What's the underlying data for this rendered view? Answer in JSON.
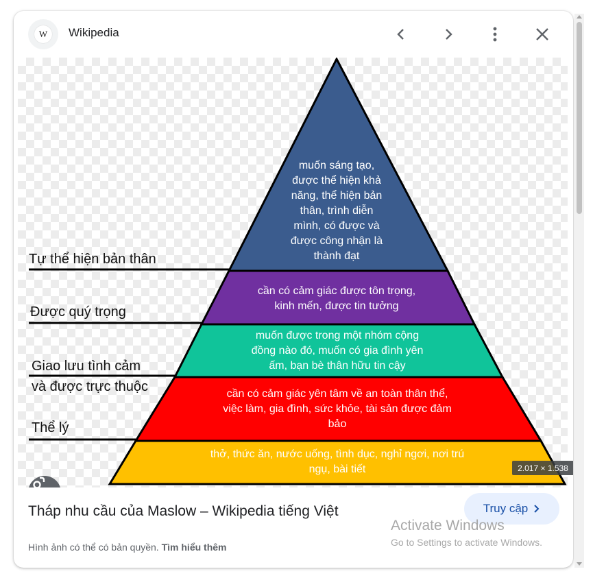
{
  "header": {
    "favicon_letter": "W",
    "site_name": "Wikipedia",
    "icons": [
      "chevron-left-icon",
      "chevron-right-icon",
      "more-vert-icon",
      "close-icon"
    ]
  },
  "image": {
    "dimensions": "2.017 × 1.538",
    "pyramid": {
      "levels": [
        {
          "label": "Tự thể hiện bản thân",
          "text": [
            "muốn sáng tạo,",
            "được thể hiện khả",
            "năng, thể hiện bản",
            "thân, trình diễn",
            "mình, có được và",
            "được công nhận là",
            "thành đạt"
          ],
          "color": "#3b5c8e"
        },
        {
          "label": "Được quý trọng",
          "text": [
            "cần có cảm giác được tôn trọng,",
            "kinh mến, được tin tưởng"
          ],
          "color": "#7030a0"
        },
        {
          "label": [
            "Giao lưu tình cảm",
            "và được trực thuộc"
          ],
          "text": [
            "muốn được trong một nhóm cộng",
            "đồng nào đó, muốn có gia đình yên",
            "ấm, bạn bè thân hữu tin cậy"
          ],
          "color": "#10c49a"
        },
        {
          "label": "Thể lý",
          "text": [
            "cần có cảm giác yên tâm về an toàn thân thể,",
            "việc làm, gia đình, sức khỏe, tài sản được đảm",
            "bảo"
          ],
          "color": "#ff0000"
        },
        {
          "label": "",
          "text": [
            "thở, thức ăn, nước uống, tình dục, nghỉ ngơi, nơi trú",
            "ngụ, bài tiết"
          ],
          "color": "#ffc000"
        }
      ]
    }
  },
  "footer": {
    "title": "Tháp nhu cầu của Maslow – Wikipedia tiếng Việt",
    "visit_label": "Truy cập",
    "copyright_text": "Hình ảnh có thể có bản quyền.",
    "learn_more": "Tìm hiểu thêm"
  },
  "watermark": {
    "line1": "Activate Windows",
    "line2": "Go to Settings to activate Windows."
  }
}
